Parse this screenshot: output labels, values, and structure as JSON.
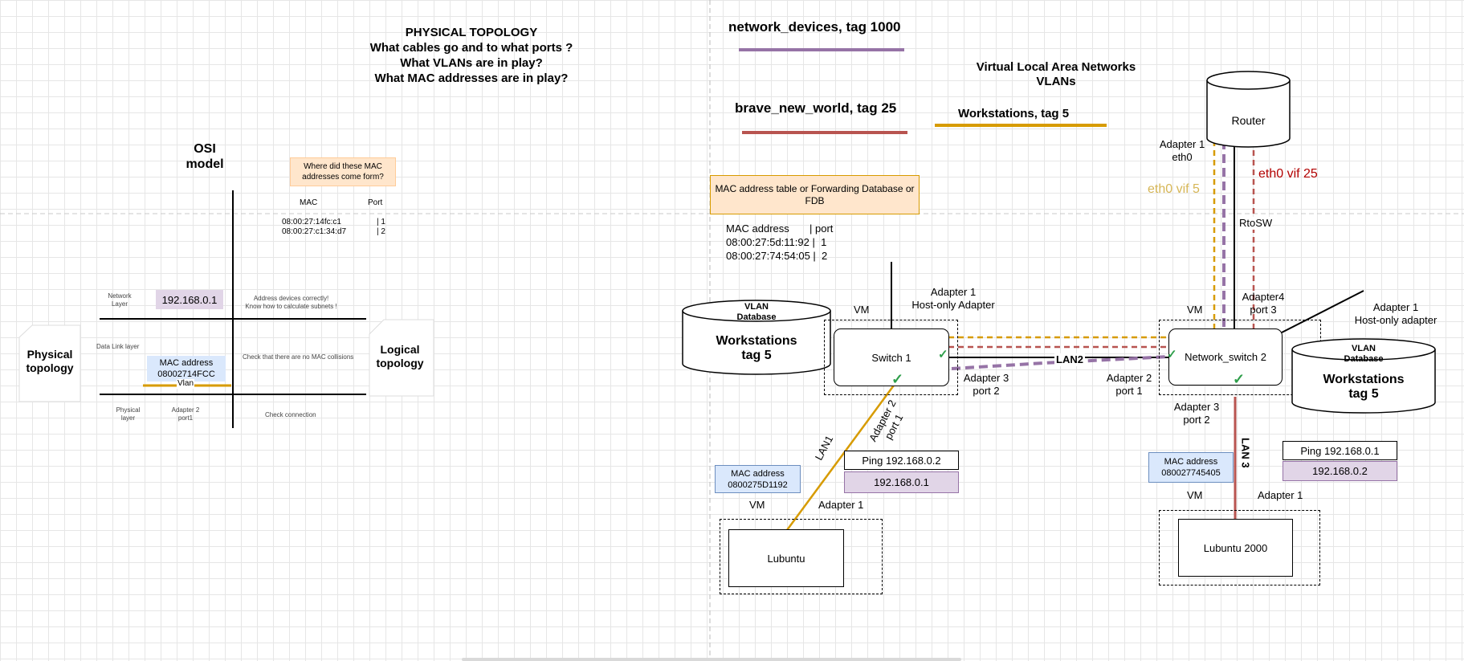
{
  "colors": {
    "orange": "#d79b00",
    "purple": "#9673a6",
    "red": "#b85450",
    "note_orange_fill": "#ffe6cc",
    "note_orange_border": "#d79b00",
    "ip_purple_fill": "#e1d5e7",
    "mac_blue_fill": "#dae8fc",
    "check_green": "#2e9e4a"
  },
  "left": {
    "title_lines": [
      "PHYSICAL TOPOLOGY",
      "What cables go and to what ports ?",
      "What VLANs are in play?",
      "What MAC addresses are in play?"
    ],
    "osi_title": [
      "OSI",
      "model"
    ],
    "mac_note": [
      "Where did these MAC",
      "addresses come form?"
    ],
    "table_headers": {
      "mac": "MAC",
      "port": "Port"
    },
    "table_rows": [
      {
        "mac": "08:00:27:14fc:c1",
        "port": "| 1"
      },
      {
        "mac": "08:00:27:c1:34:d7",
        "port": "| 2"
      }
    ],
    "layers": {
      "network": [
        "Network",
        "Layer"
      ],
      "datalink": "Data Link layer",
      "physical": [
        "Physical",
        "layer"
      ]
    },
    "ip": "192.168.0.1",
    "address_note": [
      "Address devices correctly!",
      "Know how to calculate subnets !"
    ],
    "mac_box": [
      "MAC address",
      "08002714FCC"
    ],
    "vlan": "Vlan",
    "check_mac": "Check that there are no MAC collisions",
    "adapter": [
      "Adapter 2",
      "port1"
    ],
    "check_conn": "Check connection",
    "physical_topology": [
      "Physical",
      "topology"
    ],
    "logical_topology": [
      "Logical",
      "topology"
    ]
  },
  "right": {
    "legend": {
      "network_devices": "network_devices, tag 1000",
      "brave_new_world": "brave_new_world, tag 25",
      "workstations": "Workstations, tag 5"
    },
    "vlans_title": [
      "Virtual Local Area Networks",
      "VLANs"
    ],
    "fdb_note": [
      "MAC address table or Forwarding Database or",
      "FDB"
    ],
    "fdb_header": "MAC address       | port",
    "fdb_rows": [
      "08:00:27:5d:11:92 |  1",
      "08:00:27:74:54:05 |  2"
    ],
    "router": "Router",
    "router_adapter": [
      "Adapter 1",
      "eth0"
    ],
    "eth0_vif5": "eth0 vif 5",
    "eth0_vif25": "eth0 vif 25",
    "rtosw": "RtoSW",
    "vlan_db_left": {
      "header": [
        "VLAN",
        "Database"
      ],
      "body": [
        "Workstations",
        "tag 5"
      ]
    },
    "vlan_db_right": {
      "header": [
        "VLAN",
        "Database"
      ],
      "body": [
        "Workstations",
        "tag 5"
      ]
    },
    "vm": "VM",
    "switch1": "Switch 1",
    "switch1_adapter1": [
      "Adapter 1",
      "Host-only Adapter"
    ],
    "switch1_adapter3": [
      "Adapter 3",
      "port 2"
    ],
    "switch1_adapter2": [
      "Adapter 2",
      "port 1"
    ],
    "lan1": "LAN1",
    "lan2": "LAN2",
    "lan3": "LAN 3",
    "ns2": "Network_switch 2",
    "ns2_adapter4": [
      "Adapter4",
      "port 3"
    ],
    "ns2_adapter1": [
      "Adapter 1",
      "Host-only adapter"
    ],
    "ns2_adapter2": [
      "Adapter 2",
      "port 1"
    ],
    "ns2_adapter3": [
      "Adapter 3",
      "port 2"
    ],
    "left_mac": [
      "MAC address",
      "0800275D1192"
    ],
    "left_ping": "Ping 192.168.0.2",
    "left_ip": "192.168.0.1",
    "lubuntu_adapter": "Adapter 1",
    "lubuntu": "Lubuntu",
    "right_mac": [
      "MAC address",
      "080027745405"
    ],
    "right_ping": "Ping 192.168.0.1",
    "right_ip": "192.168.0.2",
    "lubuntu2000_adapter": "Adapter 1",
    "lubuntu2000": "Lubuntu 2000"
  }
}
